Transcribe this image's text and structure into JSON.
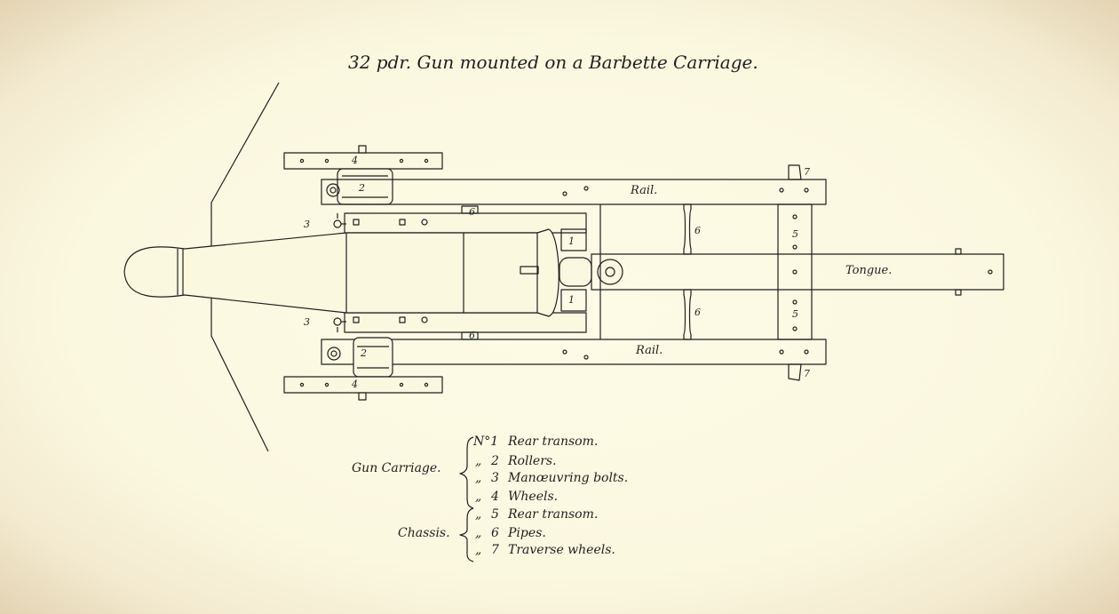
{
  "title": "32 pdr. Gun mounted on a Barbette Carriage.",
  "part_labels": {
    "rail": "Rail.",
    "tongue": "Tongue."
  },
  "part_numbers": {
    "n1": "1",
    "n2": "2",
    "n3": "3",
    "n4": "4",
    "n5": "5",
    "n6": "6",
    "n7": "7"
  },
  "legend": {
    "gun_carriage": {
      "group_label": "Gun Carriage.",
      "items": [
        {
          "prefix": "N°1",
          "text": "Rear transom."
        },
        {
          "prefix": "„",
          "number": "2",
          "text": "Rollers."
        },
        {
          "prefix": "„",
          "number": "3",
          "text": "Manœuvring bolts."
        },
        {
          "prefix": "„",
          "number": "4",
          "text": "Wheels."
        }
      ]
    },
    "chassis": {
      "group_label": "Chassis.",
      "items": [
        {
          "prefix": "„",
          "number": "5",
          "text": "Rear transom."
        },
        {
          "prefix": "„",
          "number": "6",
          "text": "Pipes."
        },
        {
          "prefix": "„",
          "number": "7",
          "text": "Traverse wheels."
        }
      ]
    }
  },
  "colors": {
    "paper": "#fbf8e0",
    "ink": "#1f1f1f"
  }
}
